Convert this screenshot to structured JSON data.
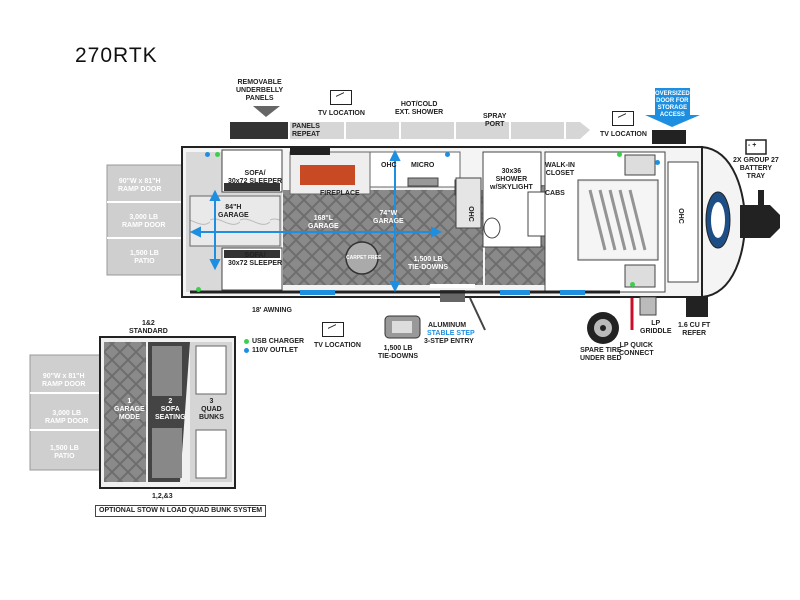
{
  "model": "270RTK",
  "top_labels": {
    "removable_panels": "REMOVABLE\nUNDERBELLY\nPANELS",
    "panels_repeat": "PANELS\nREPEAT",
    "tv_location_top": "TV LOCATION",
    "hot_cold_shower": "HOT/COLD\nEXT. SHOWER",
    "spray_port": "SPRAY\nPORT",
    "tv_location_right": "TV LOCATION",
    "oversized_door": "OVERSIZED\nDOOR FOR\nSTORAGE\nACCESS"
  },
  "battery": {
    "label": "2X GROUP 27\nBATTERY\nTRAY",
    "symbol": "- +"
  },
  "interior": {
    "ohc_1": "OHC",
    "micro": "MICRO",
    "ohc_2": "OHC",
    "ohc_3": "OHC",
    "fireplace": "FIREPLACE",
    "sofa_top": "SOFA/\n30x72 SLEEPER",
    "sofa_bottom": "SOFA/\n30x72 SLEEPER",
    "garage_84": "84\"H\nGARAGE",
    "garage_168": "168\"L\nGARAGE",
    "garage_74": "74\"W\nGARAGE",
    "tie_downs_inner": "1,500 LB\nTIE-DOWNS",
    "carpet_free": "CARPET FREE",
    "shower": "30x36\nSHOWER\nw/SKYLIGHT",
    "closet": "WALK-IN\nCLOSET",
    "cabs": "CABS"
  },
  "ramp_main": {
    "door": "90\"W x 81\"H\nRAMP DOOR",
    "capacity": "3,000 LB\nRAMP DOOR",
    "patio": "1,500 LB\nPATIO"
  },
  "bottom_labels": {
    "awning": "18' AWNING",
    "tv_location": "TV LOCATION",
    "tie_downs": "1,500 LB\nTIE-DOWNS",
    "entry_1": "ALUMINUM",
    "entry_2": "STABLE STEP",
    "entry_3": "3-STEP ENTRY",
    "spare_tire": "SPARE TIRE\nUNDER BED",
    "lp_griddle": "LP\nGRIDDLE",
    "lp_connect": "LP QUICK\nCONNECT",
    "refer": "1.6 CU FT\nREFER"
  },
  "legend": {
    "usb": "USB CHARGER",
    "outlet": "110V OUTLET",
    "usb_color": "#3ccf4e",
    "outlet_color": "#1e8fe0"
  },
  "inset": {
    "standard": "1&2\nSTANDARD",
    "door": "90\"W x 81\"H\nRAMP DOOR",
    "capacity": "3,000 LB\nRAMP DOOR",
    "patio": "1,500 LB\nPATIO",
    "mode_1": "1\nGARAGE\nMODE",
    "mode_2": "2\nSOFA\nSEATING",
    "mode_3": "3\nQUAD\nBUNKS",
    "optional_1": "1,2,&3",
    "optional_2": "OPTIONAL STOW N LOAD QUAD BUNK SYSTEM"
  }
}
